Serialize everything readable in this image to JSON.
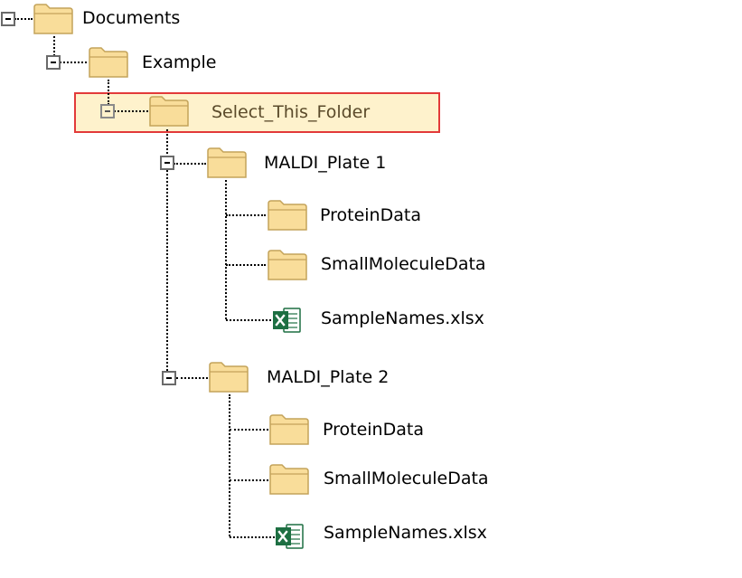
{
  "tree": {
    "root": {
      "label": "Documents",
      "icon": "folder-icon",
      "expanded": true
    },
    "example": {
      "label": "Example",
      "icon": "folder-icon",
      "expanded": true
    },
    "selected": {
      "label": "Select_This_Folder",
      "icon": "folder-icon",
      "expanded": true,
      "highlight_fill": "#fef2cc",
      "highlight_border": "#e23a3a"
    },
    "plate1": {
      "label": "MALDI_Plate 1",
      "icon": "folder-icon",
      "expanded": true,
      "children": [
        {
          "label": "ProteinData",
          "icon": "folder-icon"
        },
        {
          "label": "SmallMoleculeData",
          "icon": "folder-icon"
        },
        {
          "label": "SampleNames.xlsx",
          "icon": "excel-file-icon"
        }
      ]
    },
    "plate2": {
      "label": "MALDI_Plate 2",
      "icon": "folder-icon",
      "expanded": true,
      "children": [
        {
          "label": "ProteinData",
          "icon": "folder-icon"
        },
        {
          "label": "SmallMoleculeData",
          "icon": "folder-icon"
        },
        {
          "label": "SampleNames.xlsx",
          "icon": "excel-file-icon"
        }
      ]
    }
  },
  "colors": {
    "folder_fill": "#f9dd9a",
    "folder_stroke": "#c4a35a",
    "excel_green": "#1d6f42",
    "connector": "#000000"
  }
}
